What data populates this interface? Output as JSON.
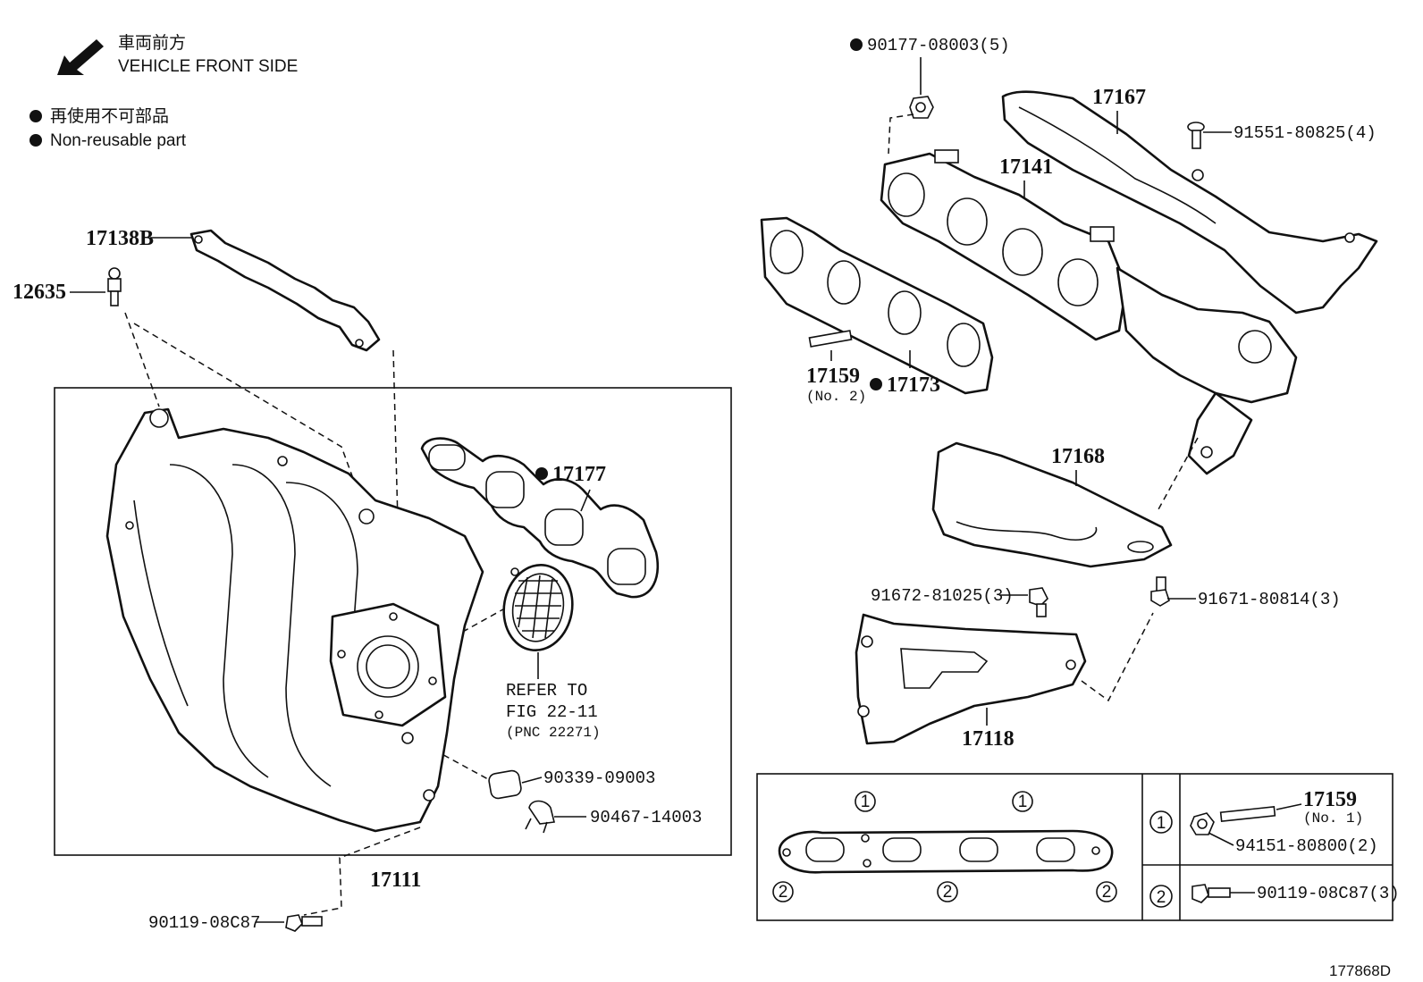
{
  "legend": {
    "direction_jp": "車両前方",
    "direction_en": "VEHICLE FRONT SIDE",
    "nonreusable_jp": "再使用不可部品",
    "nonreusable_en": "Non-reusable part"
  },
  "labels": {
    "p17138B": "17138B",
    "p12635": "12635",
    "p17111": "17111",
    "p17177": "17177",
    "refer1": "REFER TO",
    "refer2": "FIG 22-11",
    "refer3": "(PNC 22271)",
    "p90339": "90339-09003",
    "p90467": "90467-14003",
    "p90119a": "90119-08C87",
    "p90177": "90177-08003(5)",
    "p17167": "17167",
    "p91551": "91551-80825(4)",
    "p17141": "17141",
    "p17159a": "17159",
    "p17159a_sub": "(No. 2)",
    "p17173": "17173",
    "p17168": "17168",
    "p91672": "91672-81025(3)",
    "p91671": "91671-80814(3)",
    "p17118": "17118",
    "p17159b": "17159",
    "p17159b_sub": "(No. 1)",
    "p94151": "94151-80800(2)",
    "p90119b": "90119-08C87(3)",
    "mark1": "1",
    "mark2": "2",
    "fig_id": "177868D"
  },
  "colors": {
    "ink": "#111111",
    "paper": "#ffffff"
  }
}
